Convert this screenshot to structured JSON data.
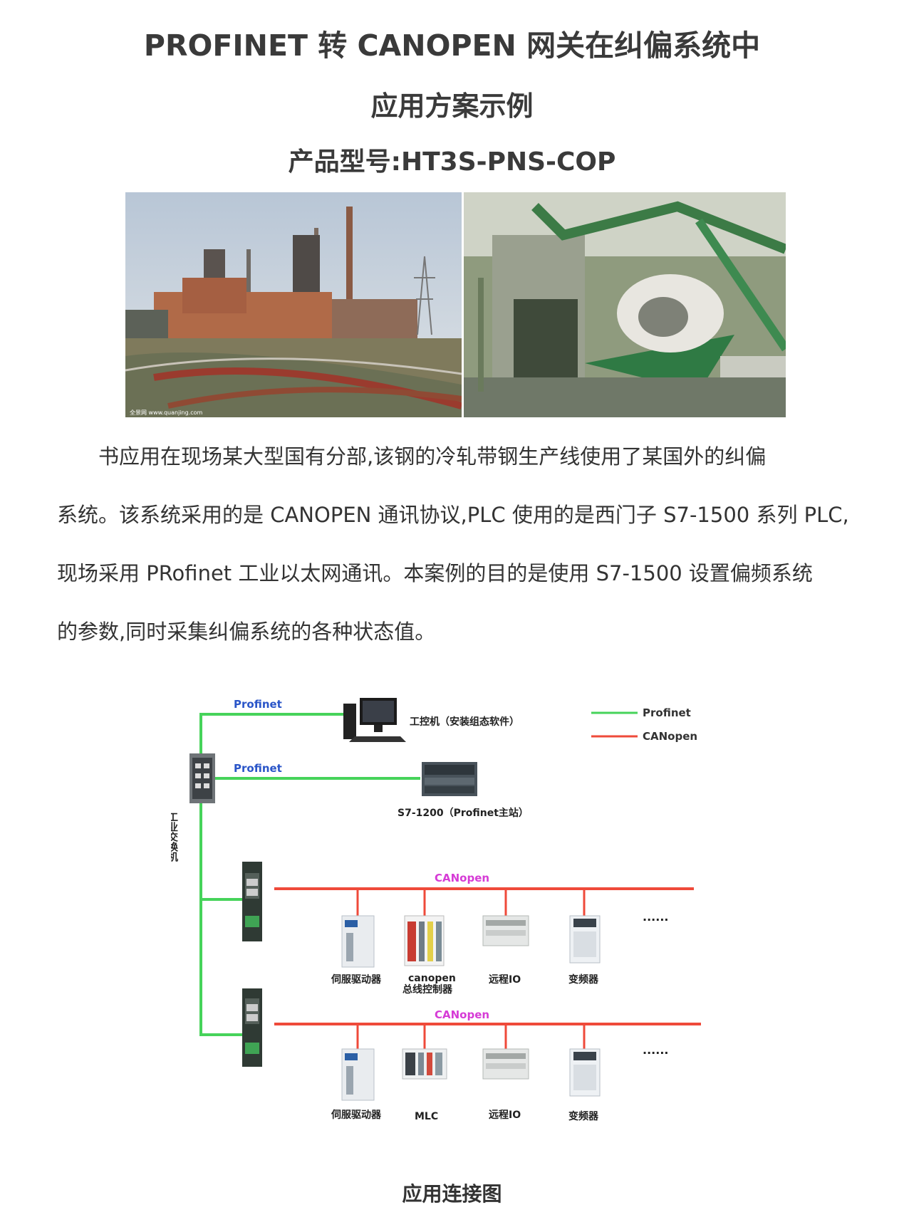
{
  "header": {
    "title_line1": "PROFINET 转 CANOPEN 网关在纠偏系统中",
    "title_line2": "应用方案示例",
    "model": "产品型号:HT3S-PNS-COP"
  },
  "photos": {
    "left_watermark": "全景网 www.quanjing.com"
  },
  "body": {
    "line1": "书应用在现场某大型国有分部,该钢的冷轧带钢生产线使用了某国外的纠偏",
    "line2": "系统。该系统采用的是 CANOPEN 通讯协议,PLC 使用的是西门子 S7-1500 系列 PLC,",
    "line3": "现场采用 PRofinet 工业以太网通讯。本案例的目的是使用 S7-1500 设置偏频系统",
    "line4": "的参数,同时采集纠偏系统的各种状态值。"
  },
  "diagram": {
    "profinet_label_1": "Profinet",
    "profinet_label_2": "Profinet",
    "ipc_label": "工控机（安装组态软件）",
    "plc_label": "S7-1200（Profinet主站）",
    "switch_label": "工业交换机",
    "legend": {
      "profinet": "Profinet",
      "canopen": "CANopen"
    },
    "canopen_label_1": "CANopen",
    "canopen_label_2": "CANopen",
    "row1": {
      "servo": "伺服驱动器",
      "controller_1": "canopen",
      "controller_2": "总线控制器",
      "remote_io": "远程IO",
      "inverter": "变频器",
      "more": "......"
    },
    "row2": {
      "servo": "伺服驱动器",
      "mlc": "MLC",
      "remote_io": "远程IO",
      "inverter": "变频器",
      "more": "......"
    },
    "colors": {
      "profinet": "#46d35a",
      "canopen": "#ef4a3a",
      "canopen_text": "#d63bd6",
      "profinet_text": "#2a55c8"
    }
  },
  "caption": "应用连接图"
}
